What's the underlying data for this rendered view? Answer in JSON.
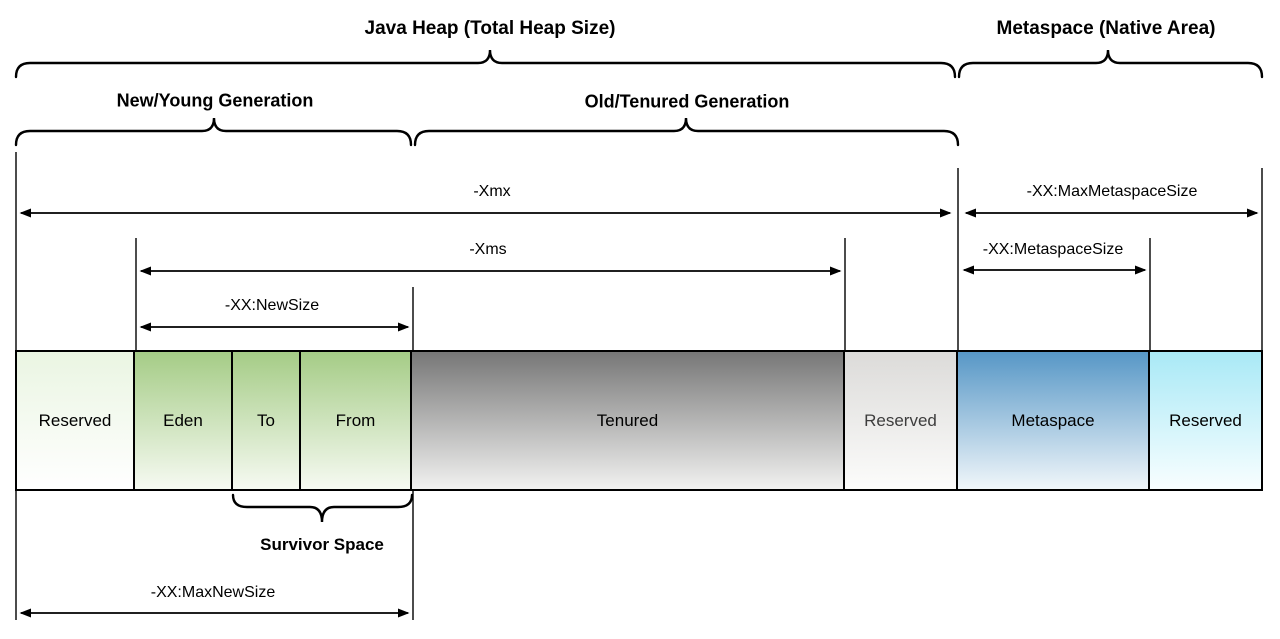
{
  "title_braces": {
    "java_heap": "Java Heap (Total Heap Size)",
    "metaspace": "Metaspace (Native Area)"
  },
  "generations": {
    "young": "New/Young Generation",
    "old": "Old/Tenured Generation"
  },
  "jvm_flags": {
    "xmx": "-Xmx",
    "xms": "-Xms",
    "new_size": "-XX:NewSize",
    "max_new_size": "-XX:MaxNewSize",
    "max_metaspace_size": "-XX:MaxMetaspaceSize",
    "metaspace_size": "-XX:MetaspaceSize"
  },
  "survivor_space_label": "Survivor Space",
  "memory_bar": {
    "segments": [
      {
        "label": "Reserved",
        "area": "heap-reserved-low",
        "color_top": "#eaf5e2",
        "color_bottom": "#ffffff"
      },
      {
        "label": "Eden",
        "area": "young-eden",
        "color_top": "#a5cc86",
        "color_bottom": "#f6faf2"
      },
      {
        "label": "To",
        "area": "young-survivor-to",
        "color_top": "#a5cc86",
        "color_bottom": "#f6faf2"
      },
      {
        "label": "From",
        "area": "young-survivor-from",
        "color_top": "#a5cc86",
        "color_bottom": "#f6faf2"
      },
      {
        "label": "Tenured",
        "area": "old-tenured",
        "color_top": "#777777",
        "color_bottom": "#f1f1f0"
      },
      {
        "label": "Reserved",
        "area": "heap-reserved-high",
        "color_top": "#dcdbd9",
        "color_bottom": "#fcfcfb"
      },
      {
        "label": "Metaspace",
        "area": "metaspace",
        "color_top": "#5797c6",
        "color_bottom": "#f0f6fa"
      },
      {
        "label": "Reserved",
        "area": "metaspace-reserved",
        "color_top": "#a9e9f6",
        "color_bottom": "#f8feff"
      }
    ]
  }
}
